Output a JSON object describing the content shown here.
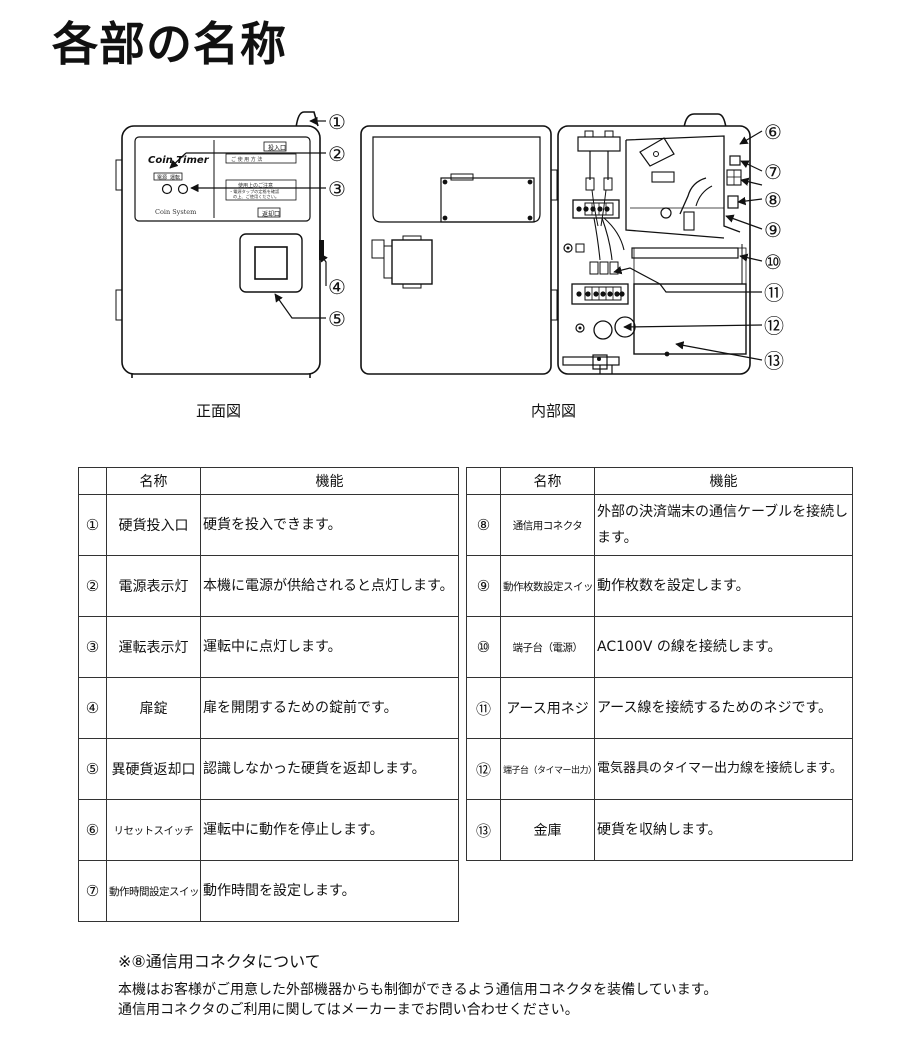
{
  "page_title": "各部の名称",
  "captions": {
    "front": "正面図",
    "inside": "内部図"
  },
  "device": {
    "brand": "Coin Timer",
    "company": "Coin System",
    "insert_label": "投入口",
    "return_label": "返却口",
    "power_label": "電源",
    "run_label": "運転",
    "panel_text_1": "ご 使 用 方 法",
    "panel_text_2": "使用上のご注意",
    "panel_text_3": "・電源タップの定格を確認",
    "panel_text_4": "の上、ご使用ください。"
  },
  "callouts": [
    "①",
    "②",
    "③",
    "④",
    "⑤",
    "⑥",
    "⑦",
    "⑧",
    "⑨",
    "⑩",
    "⑪",
    "⑫",
    "⑬"
  ],
  "table_headers": {
    "no": "",
    "name": "名称",
    "func": "機能"
  },
  "left_table": [
    {
      "no": "①",
      "name": "硬貨投入口",
      "func": "硬貨を投入できます。"
    },
    {
      "no": "②",
      "name": "電源表示灯",
      "func": "本機に電源が供給されると点灯します。"
    },
    {
      "no": "③",
      "name": "運転表示灯",
      "func": "運転中に点灯します。"
    },
    {
      "no": "④",
      "name": "扉錠",
      "func": "扉を開閉するための錠前です。"
    },
    {
      "no": "⑤",
      "name": "異硬貨返却口",
      "func": "認識しなかった硬貨を返却します。"
    },
    {
      "no": "⑥",
      "name": "リセットスイッチ",
      "func": "運転中に動作を停止します。"
    },
    {
      "no": "⑦",
      "name": "動作時間設定スイッチ",
      "func": "動作時間を設定します。"
    }
  ],
  "right_table": [
    {
      "no": "⑧",
      "name": "通信用コネクタ",
      "func": "外部の決済端末の通信ケーブルを接続します。"
    },
    {
      "no": "⑨",
      "name": "動作枚数設定スイッチ",
      "func": "動作枚数を設定します。"
    },
    {
      "no": "⑩",
      "name": "端子台（電源）",
      "func": "AC100V の線を接続します。"
    },
    {
      "no": "⑪",
      "name": "アース用ネジ",
      "func": "アース線を接続するためのネジです。"
    },
    {
      "no": "⑫",
      "name": "端子台（タイマー出力）",
      "func": "電気器具のタイマー出力線を接続します。"
    },
    {
      "no": "⑬",
      "name": "金庫",
      "func": "硬貨を収納します。"
    }
  ],
  "note": {
    "title": "※⑧通信用コネクタについて",
    "lines": [
      "本機はお客様がご用意した外部機器からも制御ができるよう通信用コネクタを装備しています。",
      "通信用コネクタのご利用に関してはメーカーまでお問い合わせください。"
    ]
  }
}
